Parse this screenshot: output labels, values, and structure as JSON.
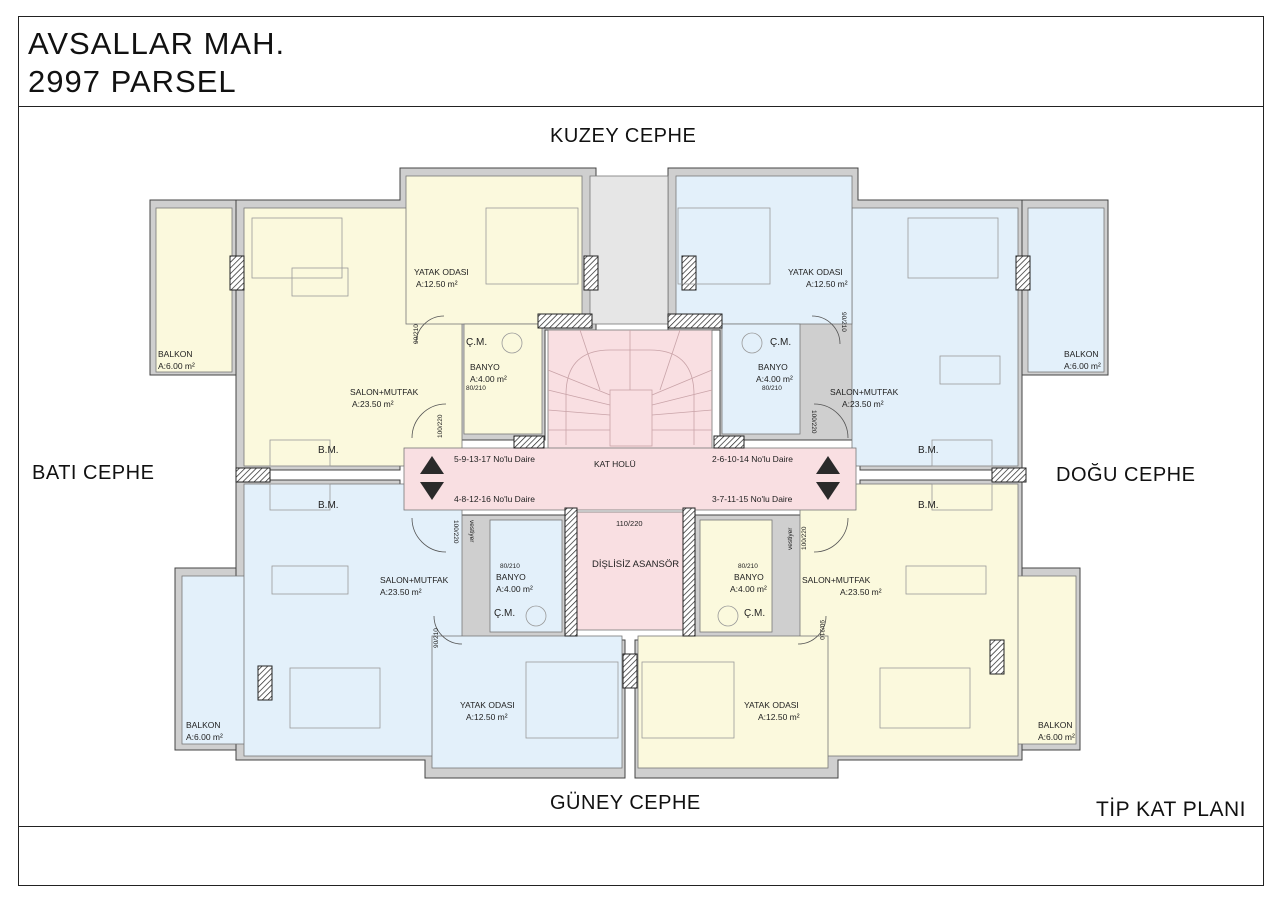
{
  "title": {
    "line1": "AVSALLAR  MAH.",
    "line2": "2997 PARSEL"
  },
  "facades": {
    "north": "KUZEY CEPHE",
    "south": "GÜNEY CEPHE",
    "west": "BATI CEPHE",
    "east": "DOĞU CEPHE"
  },
  "plan_title": "TİP KAT PLANI",
  "colors": {
    "yellow": "#fbf9dd",
    "blue": "#e3f0fa",
    "pink": "#f9dfe2",
    "shaft": "#e6e6e6",
    "wall": "#4a4a4a"
  },
  "core": {
    "hall": "KAT HOLÜ",
    "elevator": "DİŞLİSİZ ASANSÖR",
    "elevator_door": "110/220",
    "left_top": "5-9-13-17 No'lu Daire",
    "left_bottom": "4-8-12-16 No'lu Daire",
    "right_top": "2-6-10-14 No'lu Daire",
    "right_bottom": "3-7-11-15 No'lu Daire"
  },
  "rooms": {
    "balkon": "BALKON",
    "balkon_area": "A:6.00 m²",
    "yatak": "YATAK ODASI",
    "yatak_area": "A:12.50 m²",
    "salon": "SALON+MUTFAK",
    "salon_area": "A:23.50 m²",
    "banyo": "BANYO",
    "banyo_area": "A:4.00 m²",
    "cm": "Ç.M.",
    "bm": "B.M."
  },
  "doors": {
    "d90": "90/210",
    "d80": "80/210",
    "d100": "100/220",
    "vest": "vestiyer"
  }
}
